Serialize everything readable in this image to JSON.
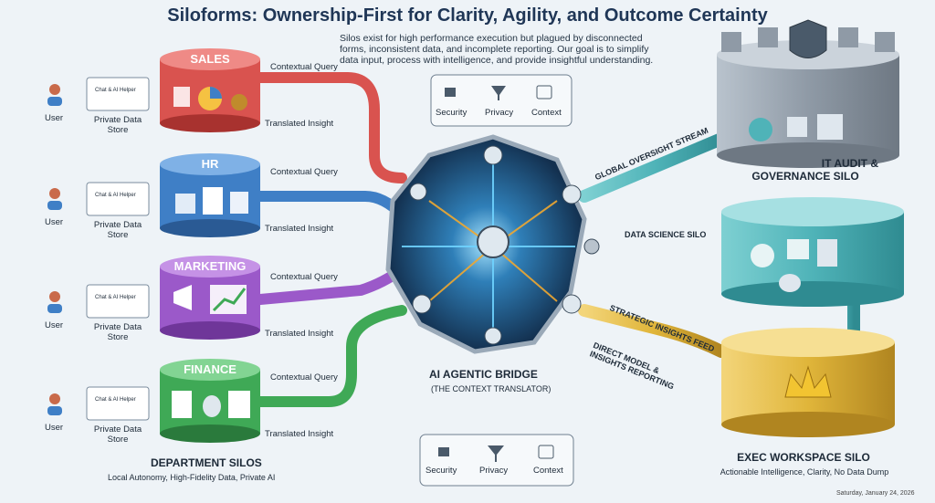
{
  "title": "Siloforms: Ownership-First for Clarity, Agility, and Outcome Certainty",
  "subtitle": "Silos exist for high performance execution but plagued by disconnected forms, inconsistent data, and incomplete reporting. Our goal is to simplify data input, process with intelligence, and provide insightful understanding.",
  "departments": [
    {
      "name": "SALES",
      "color": "#d9534f",
      "dark": "#a8322f"
    },
    {
      "name": "HR",
      "color": "#3f7fc6",
      "dark": "#2a5a94"
    },
    {
      "name": "MARKETING",
      "color": "#9b59c9",
      "dark": "#6f3699"
    },
    {
      "name": "FINANCE",
      "color": "#3fa956",
      "dark": "#2a7a3c"
    }
  ],
  "user_label": "User",
  "store_label": "Private Data Store",
  "chat_label": "Chat & AI Helper",
  "query_label": "Contextual Query",
  "insight_label": "Translated Insight",
  "dept_footer": {
    "title": "DEPARTMENT SILOS",
    "subtitle": "Local Autonomy, High-Fidelity Data, Private AI"
  },
  "bridge": {
    "title": "AI AGENTIC BRIDGE",
    "subtitle": "(THE CONTEXT TRANSLATOR)"
  },
  "badges": [
    "Security",
    "Privacy",
    "Context"
  ],
  "streams": {
    "global": "GLOBAL OVERSIGHT STREAM",
    "data_science": "DATA SCIENCE SILO",
    "strategic": "STRATEGIC INSIGHTS FEED",
    "direct": "DIRECT MODEL & INSIGHTS REPORTING"
  },
  "it_audit": {
    "title_line1": "IT AUDIT &",
    "title_line2": "GOVERNANCE SILO"
  },
  "exec": {
    "title": "EXEC WORKSPACE SILO",
    "subtitle": "Actionable Intelligence, Clarity, No Data Dump"
  },
  "signature": "Saturday, January 24, 2026",
  "colors": {
    "teal": "#4fb3b8",
    "gold": "#e0b53a",
    "bridge": "#1f3a5f"
  }
}
